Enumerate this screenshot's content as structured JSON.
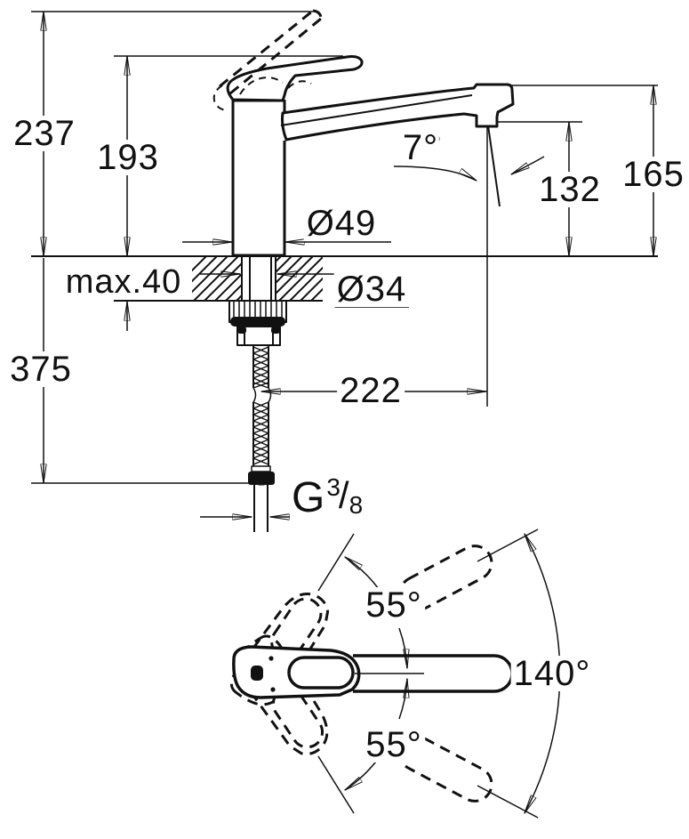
{
  "colors": {
    "background": "#ffffff",
    "line": "#111111"
  },
  "side_view": {
    "total_height": "237",
    "body_height": "193",
    "spout_top_height": "165",
    "outlet_height": "132",
    "outlet_angle": "7°",
    "base_diameter": "Ø49",
    "hole_diameter": "Ø34",
    "max_counter_thickness": "max.40",
    "below_counter_length": "375",
    "spout_reach": "222",
    "thread": {
      "letter": "G",
      "numerator": "3",
      "slash": "/",
      "denominator": "8"
    }
  },
  "top_view": {
    "swing_upper": "55°",
    "swing_lower": "55°",
    "swivel_total": "140°"
  }
}
